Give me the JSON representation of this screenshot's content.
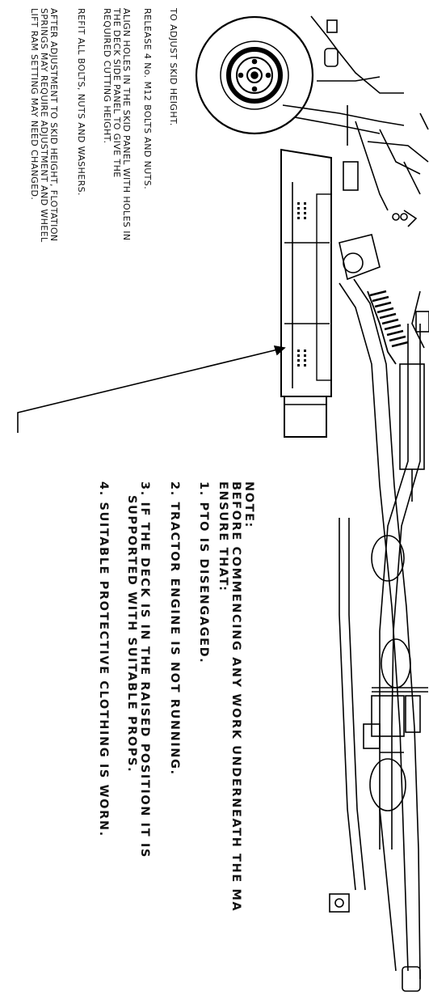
{
  "instructions": {
    "heading": "TO ADJUST SKID HEIGHT.",
    "step1": "RELEASE 4 No. M12 BOLTS AND NUTS.",
    "step2_line1": "ALIGN HOLES IN THE SKID PANEL WITH HOLES IN",
    "step2_line2": "THE DECK SIDE PANEL TO GIVE THE",
    "step2_line3": "REQUIRED CUTTING HEIGHT.",
    "step3": "REFIT ALL BOLTS, NUTS AND WASHERS.",
    "step4_line1": "AFTER ADJUSTMENT TO SKID HEIGHT, FLOTATION",
    "step4_line2": "SPRINGS MAY REQUIRE ADJUSTMENT AND WHEEL",
    "step4_line3": "LIFT RAM SETTING MAY NEED CHANGED."
  },
  "note": {
    "title": "NOTE:",
    "line1": "BEFORE COMMENCING ANY WORK UNDERNEATH THE MA",
    "line2": "ENSURE THAT:",
    "item1": "1. PTO IS DISENGAGED.",
    "item2": "2. TRACTOR ENGINE IS NOT RUNNING.",
    "item3_line1": "3. IF THE DECK IS IN THE RAISED POSITION IT IS",
    "item3_line2": "SUPPORTED WITH SUITABLE PROPS.",
    "item4": "4. SUITABLE PROTECTIVE CLOTHING IS WORN."
  }
}
